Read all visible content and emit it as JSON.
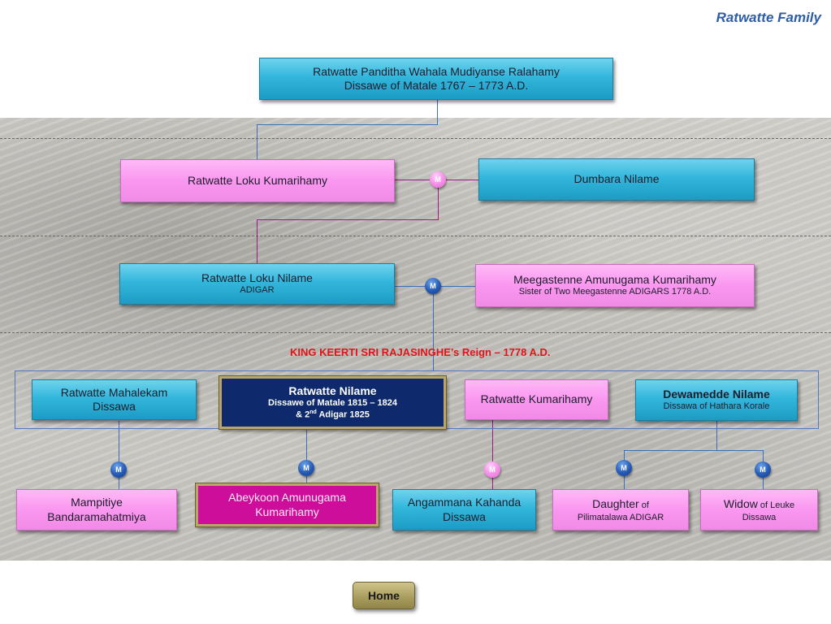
{
  "page": {
    "title": "Ratwatte Family"
  },
  "nodes": {
    "founder": {
      "name": "Ratwatte Panditha Wahala Mudiyanse Ralahamy",
      "detail": "Dissawe of Matale 1767 – 1773 A.D."
    },
    "loku_kumarihamy": {
      "name": "Ratwatte Loku Kumarihamy"
    },
    "dumbara_nilame": {
      "name": "Dumbara Nilame"
    },
    "loku_nilame": {
      "name": "Ratwatte Loku Nilame",
      "detail": "ADIGAR"
    },
    "meegastenne": {
      "name": "Meegastenne Amunugama Kumarihamy",
      "detail": "Sister of Two Meegastenne ADIGARS  1778 A.D."
    },
    "mahalekam": {
      "name": "Ratwatte Mahalekam",
      "detail": "Dissawa"
    },
    "ratwatte_nilame": {
      "name": "Ratwatte Nilame",
      "detail": "Dissawe of Matale 1815  – 1824",
      "detail2_pre": "&  2",
      "detail2_sup": "nd",
      "detail2_post": " Adigar 1825"
    },
    "ratwatte_kumarihamy": {
      "name": "Ratwatte Kumarihamy"
    },
    "dewamedde": {
      "name": "Dewamedde Nilame",
      "detail": "Dissawa of Hathara Korale"
    },
    "mampitiye": {
      "name": "Mampitiye",
      "detail": "Bandaramahatmiya"
    },
    "abeykoon": {
      "name": "Abeykoon Amunugama",
      "detail": "Kumarihamy"
    },
    "angammana": {
      "name": "Angammana Kahanda",
      "detail": "Dissawa"
    },
    "pilimatalawa_daughter": {
      "name": "Daughter",
      "name_suffix": " of",
      "detail": "Pilimatalawa ADIGAR"
    },
    "leuke_widow": {
      "name": "Widow",
      "name_suffix": " of Leuke",
      "detail": "Dissawa"
    }
  },
  "marriage_badge": {
    "label": "M"
  },
  "reign_label": "KING KEERTI SRI RAJASINGHE’s Reign – 1778 A.D.",
  "home_button": {
    "label": "Home"
  },
  "colors": {
    "male": "#33b6dc",
    "female": "#fa97f0",
    "highlight_male": "#0e2a6c",
    "highlight_female": "#cc0e9a",
    "reign_text": "#e0141a",
    "title": "#2e5ea8"
  }
}
